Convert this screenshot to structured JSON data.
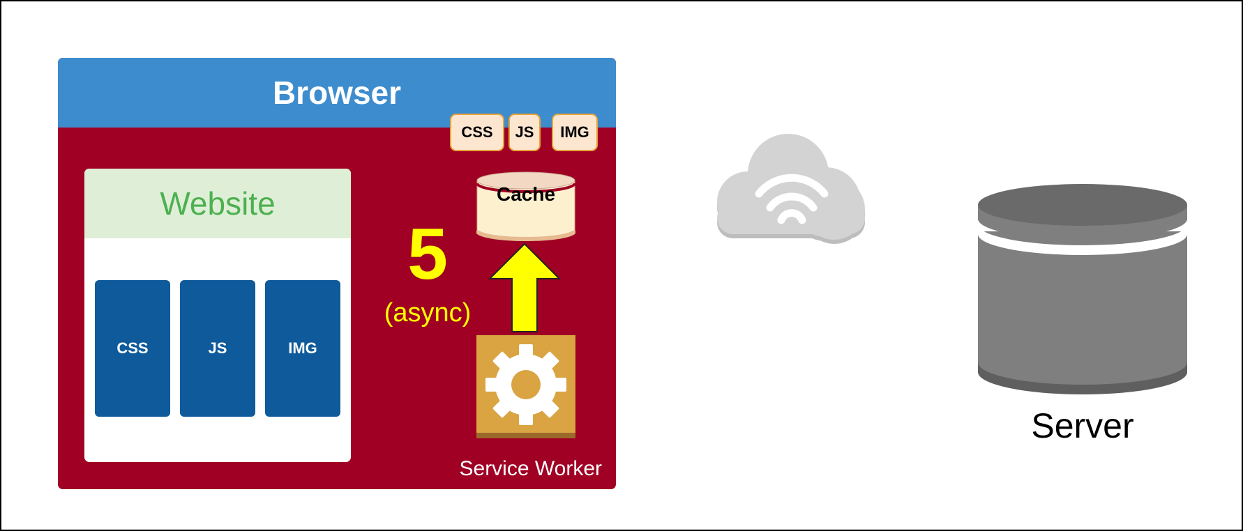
{
  "browser": {
    "title": "Browser",
    "service_worker_label": "Service Worker",
    "colors": {
      "header": "#3d8ccd",
      "body": "#a00024"
    }
  },
  "website": {
    "title": "Website",
    "assets": [
      "CSS",
      "JS",
      "IMG"
    ],
    "colors": {
      "header_bg": "#dfefd7",
      "header_text": "#4db050",
      "asset_bg": "#0e5a9b"
    }
  },
  "cache": {
    "label": "Cache",
    "items": [
      "CSS",
      "JS",
      "IMG"
    ],
    "colors": {
      "body": "#fdf0cf",
      "chip_bg": "#fde6d0",
      "chip_border": "#e8a43a"
    }
  },
  "step": {
    "number": "5",
    "note": "(async)",
    "color": "#ffff00"
  },
  "service_worker": {
    "icon": "gear-icon",
    "color": "#d9a441"
  },
  "network": {
    "icon": "cloud-wifi-icon",
    "color": "#d3d3d3"
  },
  "server": {
    "label": "Server",
    "icon": "database-icon",
    "color": "#7f7f7f"
  }
}
